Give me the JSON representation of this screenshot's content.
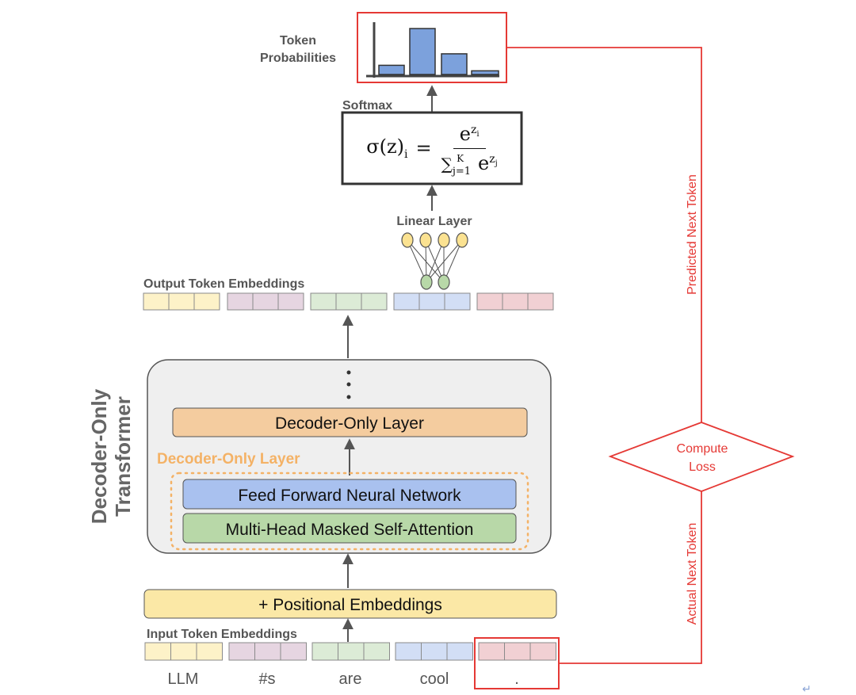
{
  "labels": {
    "token_probabilities": [
      "Token",
      "Probabilities"
    ],
    "softmax": "Softmax",
    "linear_layer": "Linear Layer",
    "output_token_embeddings": "Output Token Embeddings",
    "decoder_only_transformer": [
      "Decoder-Only",
      "Transformer"
    ],
    "decoder_only_layer_block": "Decoder-Only Layer",
    "decoder_only_layer_caption": "Decoder-Only Layer",
    "feed_forward": "Feed Forward Neural Network",
    "masked_attention": "Multi-Head Masked Self-Attention",
    "positional_embeddings": "+ Positional Embeddings",
    "input_token_embeddings": "Input Token Embeddings",
    "compute_loss": [
      "Compute",
      "Loss"
    ],
    "predicted_next_token": "Predicted Next Token",
    "actual_next_token": "Actual Next Token"
  },
  "formula": {
    "lhs": "σ(z)",
    "lhs_sub": "i",
    "equals": "=",
    "num_base": "e",
    "num_sup": "z_i",
    "den_sum": "∑",
    "den_limits": "j=1 … K",
    "den_base": "e",
    "den_sup": "z_j"
  },
  "tokens": [
    "LLM",
    "#s",
    "are",
    "cool",
    "."
  ],
  "token_colors": {
    "yellow": {
      "fill": "#fdf2c8",
      "stroke": "#8a8a8a"
    },
    "purple": {
      "fill": "#e6d5e1",
      "stroke": "#8a8a8a"
    },
    "green": {
      "fill": "#dcebd6",
      "stroke": "#8a8a8a"
    },
    "blue": {
      "fill": "#d2def5",
      "stroke": "#8a8a8a"
    },
    "red": {
      "fill": "#f1d0d3",
      "stroke": "#8a8a8a"
    }
  },
  "prob_bars": [
    0.2,
    1.0,
    0.45,
    0.08
  ],
  "colors": {
    "accent_red": "#e53935",
    "orange_fill": "#f4cc9f",
    "orange_text": "#f4b266",
    "blue_fill": "#a9c1ef",
    "green_fill": "#b8d8a8",
    "yellow_fill": "#fbe8a6",
    "container": "#efefef"
  }
}
